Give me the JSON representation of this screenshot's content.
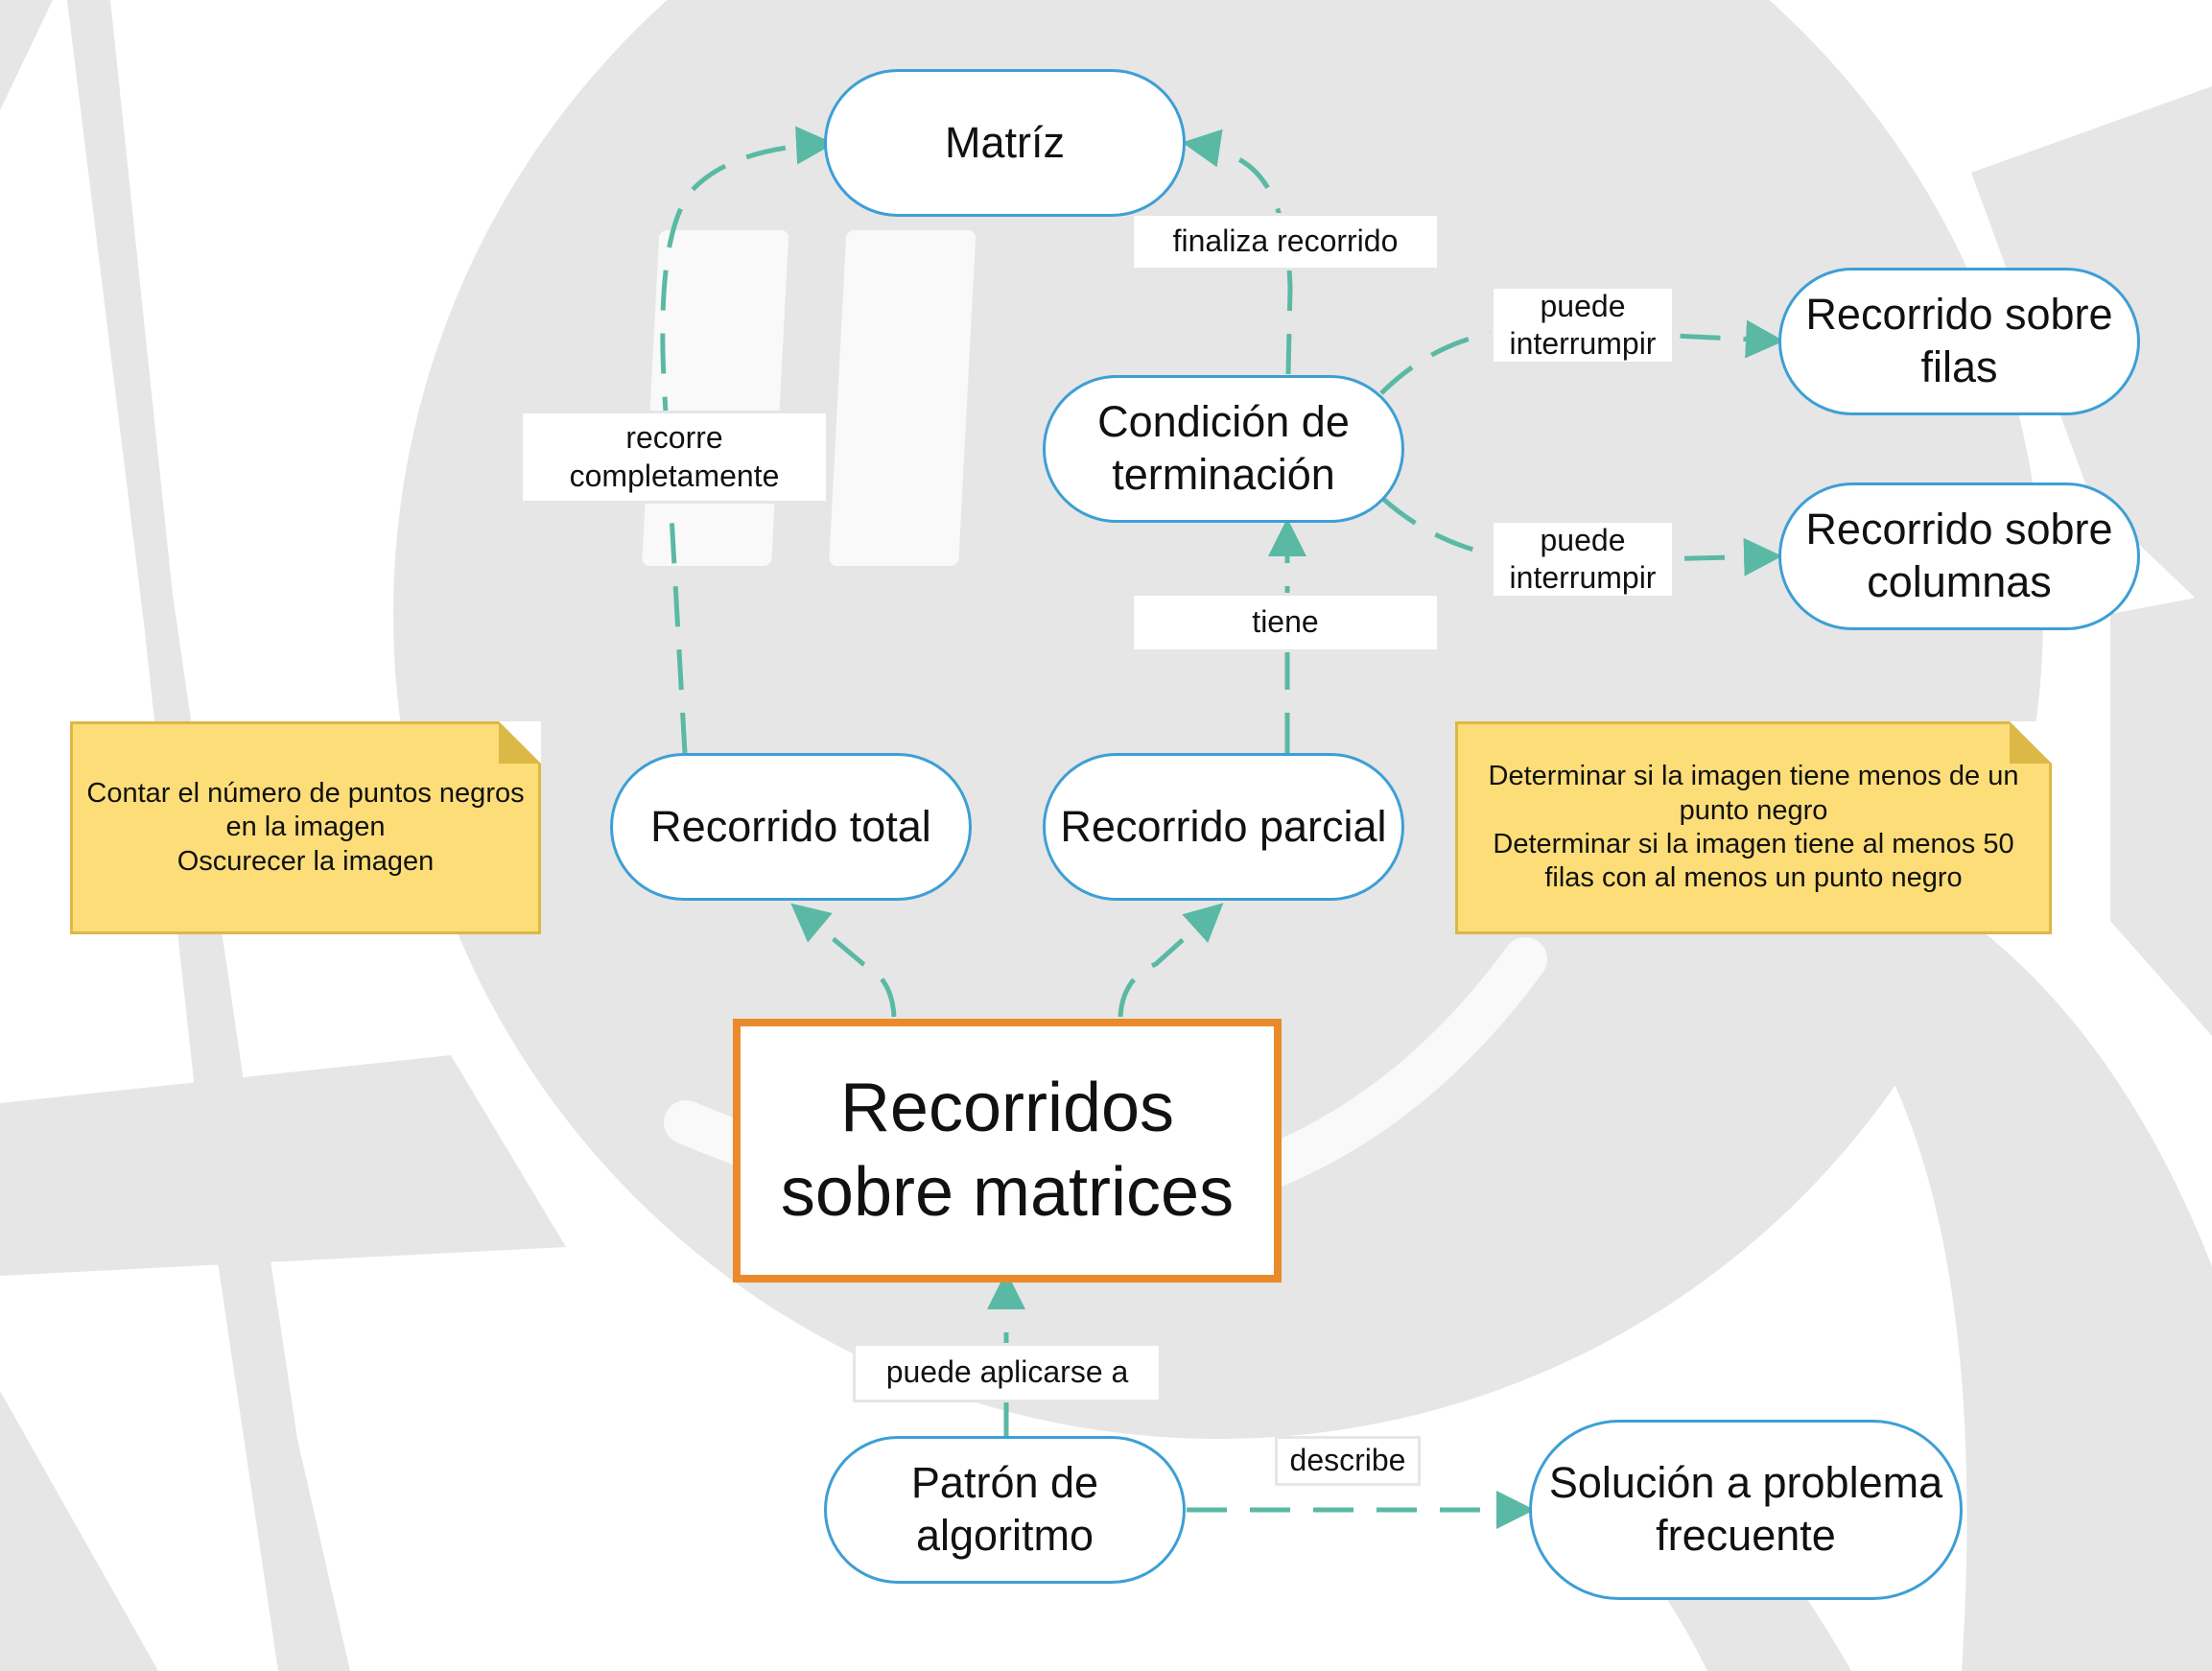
{
  "diagram": {
    "main_topic": "Recorridos\nsobre matrices",
    "nodes": {
      "matriz": "Matríz",
      "condicion": "Condición de\nterminación",
      "recorrido_filas": "Recorrido sobre\nfilas",
      "recorrido_columnas": "Recorrido sobre\ncolumnas",
      "recorrido_total": "Recorrido total",
      "recorrido_parcial": "Recorrido parcial",
      "patron": "Patrón de\nalgoritmo",
      "solucion": "Solución a problema\nfrecuente"
    },
    "links": {
      "finaliza_recorrido": "finaliza recorrido",
      "recorre_completamente": "recorre\ncompletamente",
      "puede_interrumpir_filas": "puede\ninterrumpir",
      "puede_interrumpir_columnas": "puede\ninterrumpir",
      "tiene": "tiene",
      "puede_aplicarse_a": "puede aplicarse a",
      "describe": "describe"
    },
    "notes": {
      "total": "Contar el número de puntos negros\nen la imagen\nOscurecer la imagen",
      "parcial": "Determinar si la imagen tiene menos de un\npunto negro\nDeterminar si la imagen tiene al menos 50\nfilas con al menos un punto negro"
    },
    "colors": {
      "node_border": "#3d9fd5",
      "main_border": "#ea8a2a",
      "connector": "#5ab9a4",
      "note_fill": "#fcdd78",
      "background_logo": "#e6e6e6"
    }
  }
}
